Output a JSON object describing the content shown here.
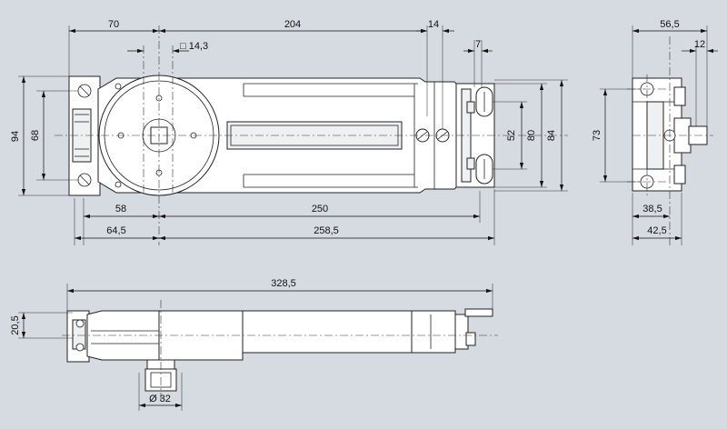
{
  "dimensions": {
    "top_70": "70",
    "top_204": "204",
    "top_14": "14",
    "top_7": "7",
    "top_14_3": "□ 14,3",
    "left_94": "94",
    "left_68": "68",
    "right_52": "52",
    "right_80": "80",
    "right_84": "84",
    "bottom_58": "58",
    "bottom_250": "250",
    "bottom_64_5": "64,5",
    "bottom_258_5": "258,5",
    "side_56_5": "56,5",
    "side_12": "12",
    "side_73": "73",
    "side_38_5": "38,5",
    "side_42_5": "42,5",
    "front_328_5": "328,5",
    "front_20_5": "20,5",
    "front_dia_32": "Ø 32"
  },
  "colors": {
    "background": "#d6dbe1",
    "line": "#222222",
    "part_fill": "#ffffff"
  }
}
